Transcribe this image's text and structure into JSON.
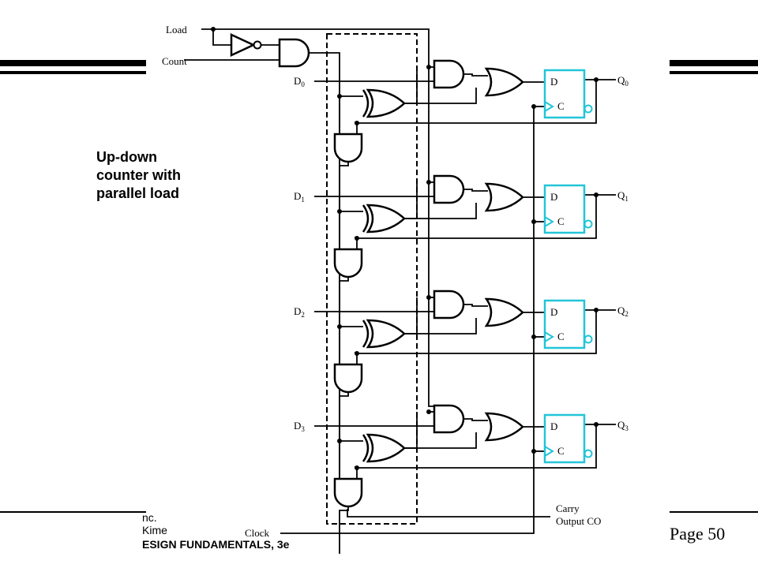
{
  "caption": {
    "line1": "Up-down",
    "line2": "counter with",
    "line3": "parallel load"
  },
  "footer": {
    "left_line1": "nc.",
    "left_line2": "Kime",
    "book_title": "ESIGN FUNDAMENTALS, 3e",
    "page_label": "Page 50"
  },
  "diagram": {
    "input_load": "Load",
    "input_count": "Count",
    "input_clock": "Clock",
    "data_inputs": [
      "D",
      "D",
      "D",
      "D"
    ],
    "data_subscripts": [
      "0",
      "1",
      "2",
      "3"
    ],
    "outputs": [
      "Q",
      "Q",
      "Q",
      "Q"
    ],
    "output_subscripts": [
      "0",
      "1",
      "2",
      "3"
    ],
    "ff_d_label": "D",
    "ff_c_label": "C",
    "carry_line1": "Carry",
    "carry_line2": "Output CO",
    "colors": {
      "flip_flop": "#22c5d8",
      "wire": "#000000"
    }
  }
}
